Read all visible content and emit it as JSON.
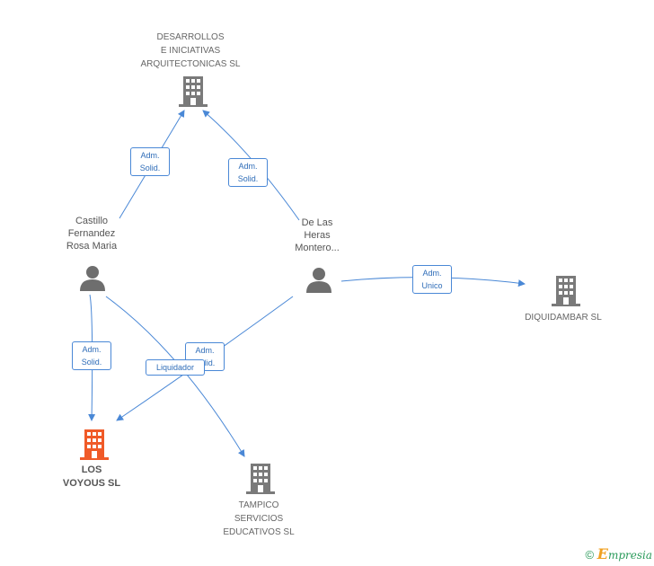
{
  "nodes": {
    "desarrollos": {
      "lines": [
        "DESARROLLOS",
        "E INICIATIVAS",
        "ARQUITECTONICAS SL"
      ]
    },
    "castillo": {
      "lines": [
        "Castillo",
        "Fernandez",
        "Rosa Maria"
      ]
    },
    "delasheras": {
      "lines": [
        "De Las",
        "Heras",
        "Montero..."
      ]
    },
    "diquidambar": {
      "lines": [
        "DIQUIDAMBAR SL"
      ]
    },
    "losvoyous": {
      "lines": [
        "LOS",
        "VOYOUS SL"
      ]
    },
    "tampico": {
      "lines": [
        "TAMPICO",
        "SERVICIOS",
        "EDUCATIVOS  SL"
      ]
    }
  },
  "edges": {
    "castillo_desarrollos": {
      "lines": [
        "Adm.",
        "Solid."
      ]
    },
    "delasheras_desarrollos": {
      "lines": [
        "Adm.",
        "Solid."
      ]
    },
    "delasheras_diquidambar": {
      "lines": [
        "Adm.",
        "Unico"
      ]
    },
    "castillo_losvoyous": {
      "lines": [
        "Adm.",
        "Solid."
      ]
    },
    "delasheras_losvoyous": {
      "lines": [
        "Adm.",
        "Solid."
      ]
    },
    "castillo_tampico": {
      "lines": [
        "Liquidador"
      ]
    }
  },
  "colors": {
    "edge": "#4a88d6",
    "company_icon": "#7a7a7a",
    "focus_icon": "#f05a28",
    "person_icon": "#6e6e6e"
  },
  "footer": {
    "copyright": "©",
    "brand_initial": "E",
    "brand_rest": "mpresia"
  }
}
